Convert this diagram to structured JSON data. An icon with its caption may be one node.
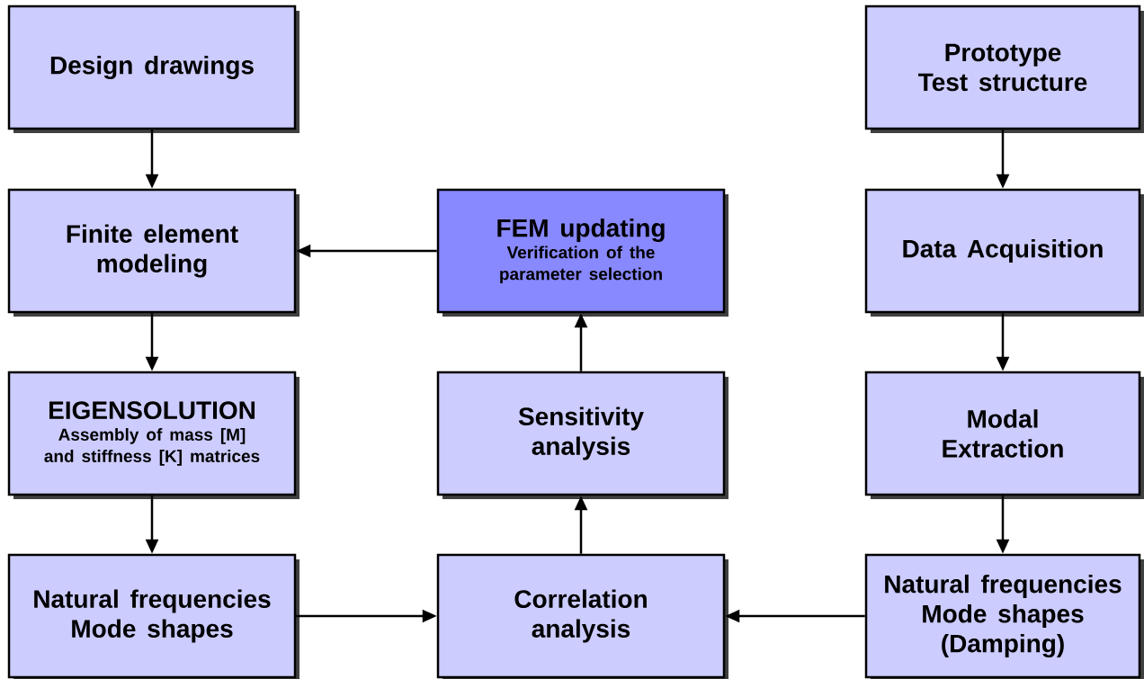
{
  "diagram": {
    "nodes": [
      {
        "text": [
          "Design drawings"
        ]
      },
      {
        "text": [
          "Prototype Test structure"
        ]
      },
      {
        "text": [
          "Finite element modeling"
        ]
      },
      {
        "text": [
          "FEM updating",
          "Verification of the parameter selection"
        ]
      },
      {
        "text": [
          "Data Acquisition"
        ]
      },
      {
        "text": [
          "EIGENSOLUTION",
          "Assembly of mass [M] and stiffness [K] matrices"
        ]
      },
      {
        "text": [
          "Sensitivity analysis"
        ]
      },
      {
        "text": [
          "Modal Extraction"
        ]
      },
      {
        "text": [
          "Natural frequencies Mode shapes"
        ]
      },
      {
        "text": [
          "Correlation analysis"
        ]
      },
      {
        "text": [
          "Natural frequencies Mode shapes (Damping)"
        ]
      }
    ],
    "edges": [
      {
        "from": 0,
        "to": 2,
        "arrow": "to"
      },
      {
        "from": 1,
        "to": 4,
        "arrow": "to"
      },
      {
        "from": 3,
        "to": 2,
        "arrow": "to"
      },
      {
        "from": 2,
        "to": 5,
        "arrow": "to"
      },
      {
        "from": 4,
        "to": 7,
        "arrow": "to"
      },
      {
        "from": 6,
        "to": 3,
        "arrow": "to"
      },
      {
        "from": 5,
        "to": 8,
        "arrow": "to"
      },
      {
        "from": 7,
        "to": 10,
        "arrow": "to"
      },
      {
        "from": 9,
        "to": 6,
        "arrow": "to"
      },
      {
        "from": 8,
        "to": 9,
        "arrow": "to"
      },
      {
        "from": 10,
        "to": 9,
        "arrow": "to"
      }
    ]
  }
}
